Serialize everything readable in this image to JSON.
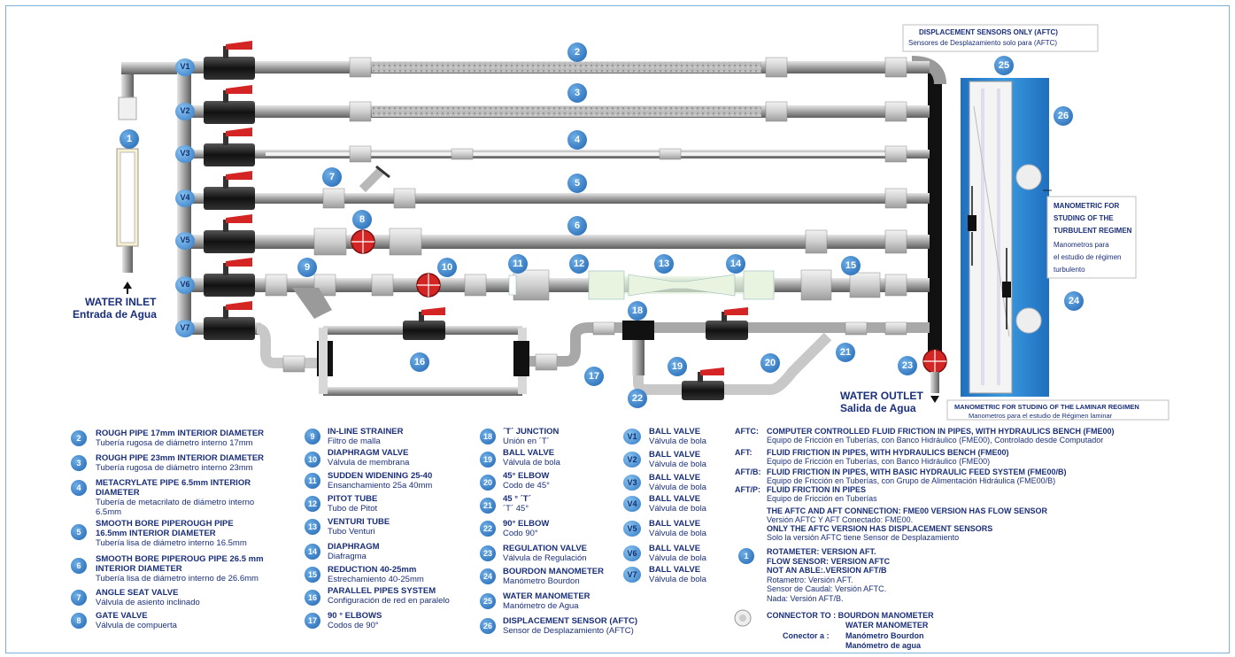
{
  "colors": {
    "pipe": "#9a9a9a",
    "pipe_dark": "#2a2a2a",
    "valve_handle": "#d42424",
    "badge": "#2d73c2",
    "text": "#1a2f7a",
    "panel": "#2f8fd8"
  },
  "labels": {
    "water_inlet": "WATER INLET",
    "water_inlet_es": "Entrada de Agua",
    "water_outlet": "WATER OUTLET",
    "water_outlet_es": "Salida de Agua",
    "disp_sensors": "DISPLACEMENT SENSORS ONLY (AFTC)",
    "disp_sensors_es": "Sensores de Desplazamiento solo para (AFTC)",
    "turbulent_1": "MANOMETRIC FOR",
    "turbulent_2": "STUDING OF THE",
    "turbulent_3": "TURBULENT REGIMEN",
    "turbulent_4": "Manometros para",
    "turbulent_5": "el estudio de régimen",
    "turbulent_6": "turbulento",
    "laminar": "MANOMETRIC FOR STUDING OF THE LAMINAR REGIMEN",
    "laminar_es": "Manometros para el estudio de Régimen laminar"
  },
  "diagram_numbers": [
    "1",
    "2",
    "3",
    "4",
    "5",
    "6",
    "7",
    "8",
    "9",
    "10",
    "11",
    "12",
    "13",
    "14",
    "15",
    "16",
    "17",
    "18",
    "19",
    "20",
    "21",
    "22",
    "23",
    "24",
    "25",
    "26"
  ],
  "valve_tags": [
    "V1",
    "V2",
    "V3",
    "V4",
    "V5",
    "V6",
    "V7"
  ],
  "legend_col1": [
    {
      "n": "2",
      "t": "ROUGH PIPE 17mm INTERIOR DIAMETER",
      "s": "Tubería rugosa de diámetro interno 17mm"
    },
    {
      "n": "3",
      "t": "ROUGH PIPE 23mm INTERIOR DIAMETER",
      "s": "Tubería rugosa de diámetro interno 23mm"
    },
    {
      "n": "4",
      "t": "METACRYLATE PIPE 6.5mm INTERIOR DIAMETER",
      "s": "Tubería de metacrilato de diámetro interno 6.5mm"
    },
    {
      "n": "5",
      "t": "SMOOTH BORE PIPEROUGH PIPE 16.5mm INTERIOR DIAMETER",
      "s": "Tubería lisa de diámetro interno 16.5mm"
    },
    {
      "n": "6",
      "t": "SMOOTH BORE PIPEROUG PIPE 26.5 mm INTERIOR DIAMETER",
      "s": "Tubería lisa de diámetro interno de 26.6mm"
    },
    {
      "n": "7",
      "t": "ANGLE SEAT VALVE",
      "s": "Válvula de asiento inclinado"
    },
    {
      "n": "8",
      "t": "GATE VALVE",
      "s": "Válvula de compuerta"
    }
  ],
  "legend_col2": [
    {
      "n": "9",
      "t": "IN-LINE STRAINER",
      "s": "Filtro de malla"
    },
    {
      "n": "10",
      "t": "DIAPHRAGM VALVE",
      "s": "Válvula de membrana"
    },
    {
      "n": "11",
      "t": "SUDDEN WIDENING 25-40",
      "s": "Ensanchamiento 25a 40mm"
    },
    {
      "n": "12",
      "t": "PITOT TUBE",
      "s": "Tubo de Pitot"
    },
    {
      "n": "13",
      "t": "VENTURI TUBE",
      "s": "Tubo Venturi"
    },
    {
      "n": "14",
      "t": "DIAPHRAGM",
      "s": "Diafragma"
    },
    {
      "n": "15",
      "t": "REDUCTION 40-25mm",
      "s": "Estrechamiento 40-25mm"
    },
    {
      "n": "16",
      "t": "PARALLEL PIPES SYSTEM",
      "s": "Configuración de red en paralelo"
    },
    {
      "n": "17",
      "t": "90 ° ELBOWS",
      "s": "Codos de 90°"
    }
  ],
  "legend_col3": [
    {
      "n": "18",
      "t": "´T´ JUNCTION",
      "s": "Unión en ´T´"
    },
    {
      "n": "19",
      "t": "BALL VALVE",
      "s": "Válvula de bola"
    },
    {
      "n": "20",
      "t": "45° ELBOW",
      "s": "Codo de 45°"
    },
    {
      "n": "21",
      "t": "45 ° ´T´",
      "s": "´T´ 45°"
    },
    {
      "n": "22",
      "t": "90° ELBOW",
      "s": "Codo 90°"
    },
    {
      "n": "23",
      "t": "REGULATION VALVE",
      "s": "Válvula de Regulación"
    },
    {
      "n": "24",
      "t": "BOURDON MANOMETER",
      "s": "Manómetro Bourdon"
    },
    {
      "n": "25",
      "t": "WATER MANOMETER",
      "s": "Manómetro de Agua"
    },
    {
      "n": "26",
      "t": "DISPLACEMENT SENSOR (AFTC)",
      "s": "Sensor de Desplazamiento (AFTC)"
    }
  ],
  "legend_col4": [
    {
      "n": "V1",
      "t": "BALL VALVE",
      "s": "Válvula de bola"
    },
    {
      "n": "V2",
      "t": "BALL VALVE",
      "s": "Válvula de bola"
    },
    {
      "n": "V3",
      "t": "BALL VALVE",
      "s": "Válvula de bola"
    },
    {
      "n": "V4",
      "t": "BALL VALVE",
      "s": "Válvula de bola"
    },
    {
      "n": "V5",
      "t": "BALL VALVE",
      "s": "Válvula de bola"
    },
    {
      "n": "V6",
      "t": "BALL VALVE",
      "s": "Válvula de bola"
    },
    {
      "n": "V7",
      "t": "BALL VALVE",
      "s": "Válvula de bola"
    }
  ],
  "versions": [
    {
      "k": "AFTC:",
      "t": "COMPUTER CONTROLLED FLUID FRICTION IN PIPES, WITH HYDRAULICS BENCH (FME00)",
      "s": "Equipo de Fricción en Tuberías, con Banco Hidráulico (FME00), Controlado desde Computador"
    },
    {
      "k": "AFT:",
      "t": "FLUID FRICTION IN PIPES, WITH HYDRAULICS BENCH (FME00)",
      "s": "Equipo de Fricción en Tuberías, con Banco Hidráulico (FME00)"
    },
    {
      "k": "AFT/B:",
      "t": "FLUID FRICTION IN PIPES, WITH BASIC HYDRAULIC FEED SYSTEM (FME00/B)",
      "s": "Equipo de Fricción en Tuberías, con Grupo de Alimentación Hidráulica (FME00/B)"
    },
    {
      "k": "AFT/P:",
      "t": "FLUID FRICTION IN PIPES",
      "s": "Equipo de Fricción en Tuberías"
    }
  ],
  "notes": {
    "n1": "THE AFTC AND AFT CONNECTION: FME00 VERSION HAS FLOW SENSOR",
    "n2": "Versión AFTC Y AFT  Conectado: FME00.",
    "n3": "ONLY THE AFTC VERSION HAS DISPLACEMENT SENSORS",
    "n4": "Solo la versión AFTC tiene Sensor de Desplazamiento",
    "r_num": "1",
    "r1": "ROTAMETER: VERSION AFT.",
    "r2": "FLOW SENSOR: VERSION AFTC",
    "r3": "NOT AN ABLE:.VERSION AFT/B",
    "r4": "Rotametro: Versión AFT.",
    "r5": "Sensor de Caudal: Versión AFTC.",
    "r6": "Nada: Versión AFT/B.",
    "c1": "CONNECTOR  TO : BOURDON MANOMETER",
    "c2": "WATER MANOMETER",
    "c3": "Conector a  :",
    "c4": "Manómetro Bourdon",
    "c5": "Manómetro de agua"
  }
}
